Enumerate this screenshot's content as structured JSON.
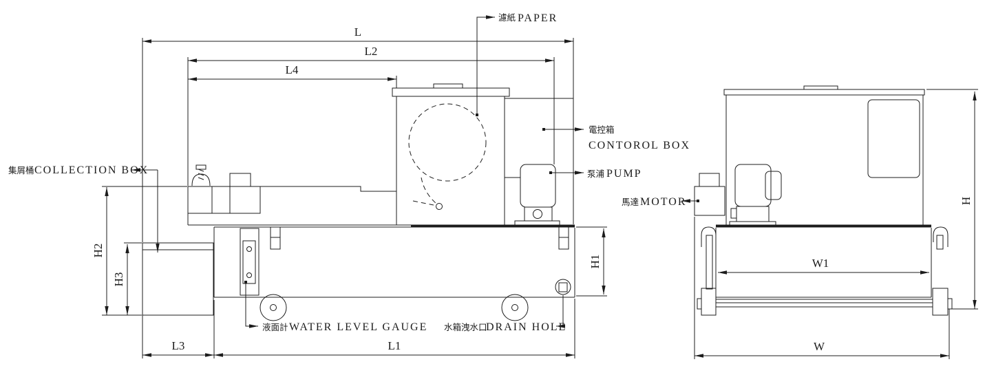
{
  "callouts": {
    "paper": {
      "zh": "濾紙",
      "en": "PAPER"
    },
    "control_box": {
      "zh": "電控箱",
      "en": "CONTOROL BOX"
    },
    "pump": {
      "zh": "泵浦",
      "en": "PUMP"
    },
    "collection_box": {
      "zh": "集屑桶",
      "en": "COLLECTION BOX"
    },
    "motor": {
      "zh": "馬達",
      "en": "MOTOR"
    },
    "water_level_gauge": {
      "zh": "液面計",
      "en": "WATER LEVEL GAUGE"
    },
    "drain_hole": {
      "zh": "水箱洩水口",
      "en": "DRAIN HOLE"
    }
  },
  "dimensions": {
    "front_view": {
      "overall_length": "L",
      "upper_length": "L2",
      "conveyor_length": "L4",
      "tank_length": "L1",
      "collection_box_length": "L3",
      "tank_height": "H1",
      "collection_height": "H2",
      "collection_box_height": "H3"
    },
    "side_view": {
      "overall_height": "H",
      "overall_width": "W",
      "tank_width": "W1"
    }
  },
  "colors": {
    "line": "#1c1c1c",
    "background": "#ffffff"
  }
}
